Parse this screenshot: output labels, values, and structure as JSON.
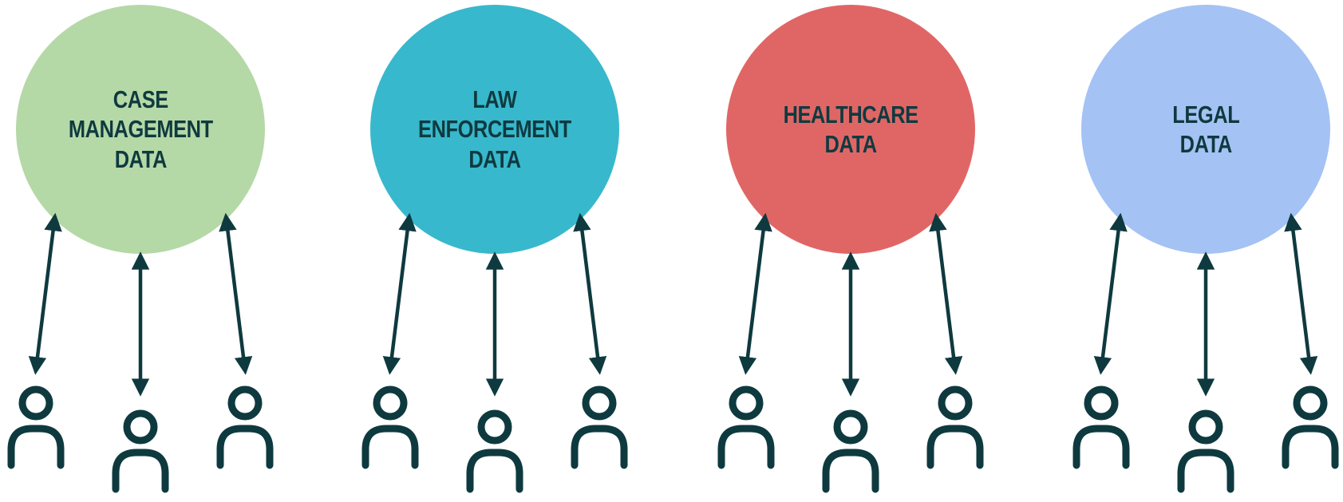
{
  "diagram": {
    "line_color": "#0e3a3f",
    "text_color": "#0e3a3f",
    "hubs": [
      {
        "lines": [
          "CASE",
          "MANAGEMENT",
          "DATA"
        ],
        "color": "#b5d8a7"
      },
      {
        "lines": [
          "LAW",
          "ENFORCEMENT",
          "DATA"
        ],
        "color": "#38b8cc"
      },
      {
        "lines": [
          "HEALTHCARE",
          "DATA"
        ],
        "color": "#e06666"
      },
      {
        "lines": [
          "LEGAL",
          "DATA"
        ],
        "color": "#a4c2f4"
      }
    ],
    "users_per_hub": 3,
    "arrow_style": "double-headed",
    "user_icon": "person-icon"
  }
}
